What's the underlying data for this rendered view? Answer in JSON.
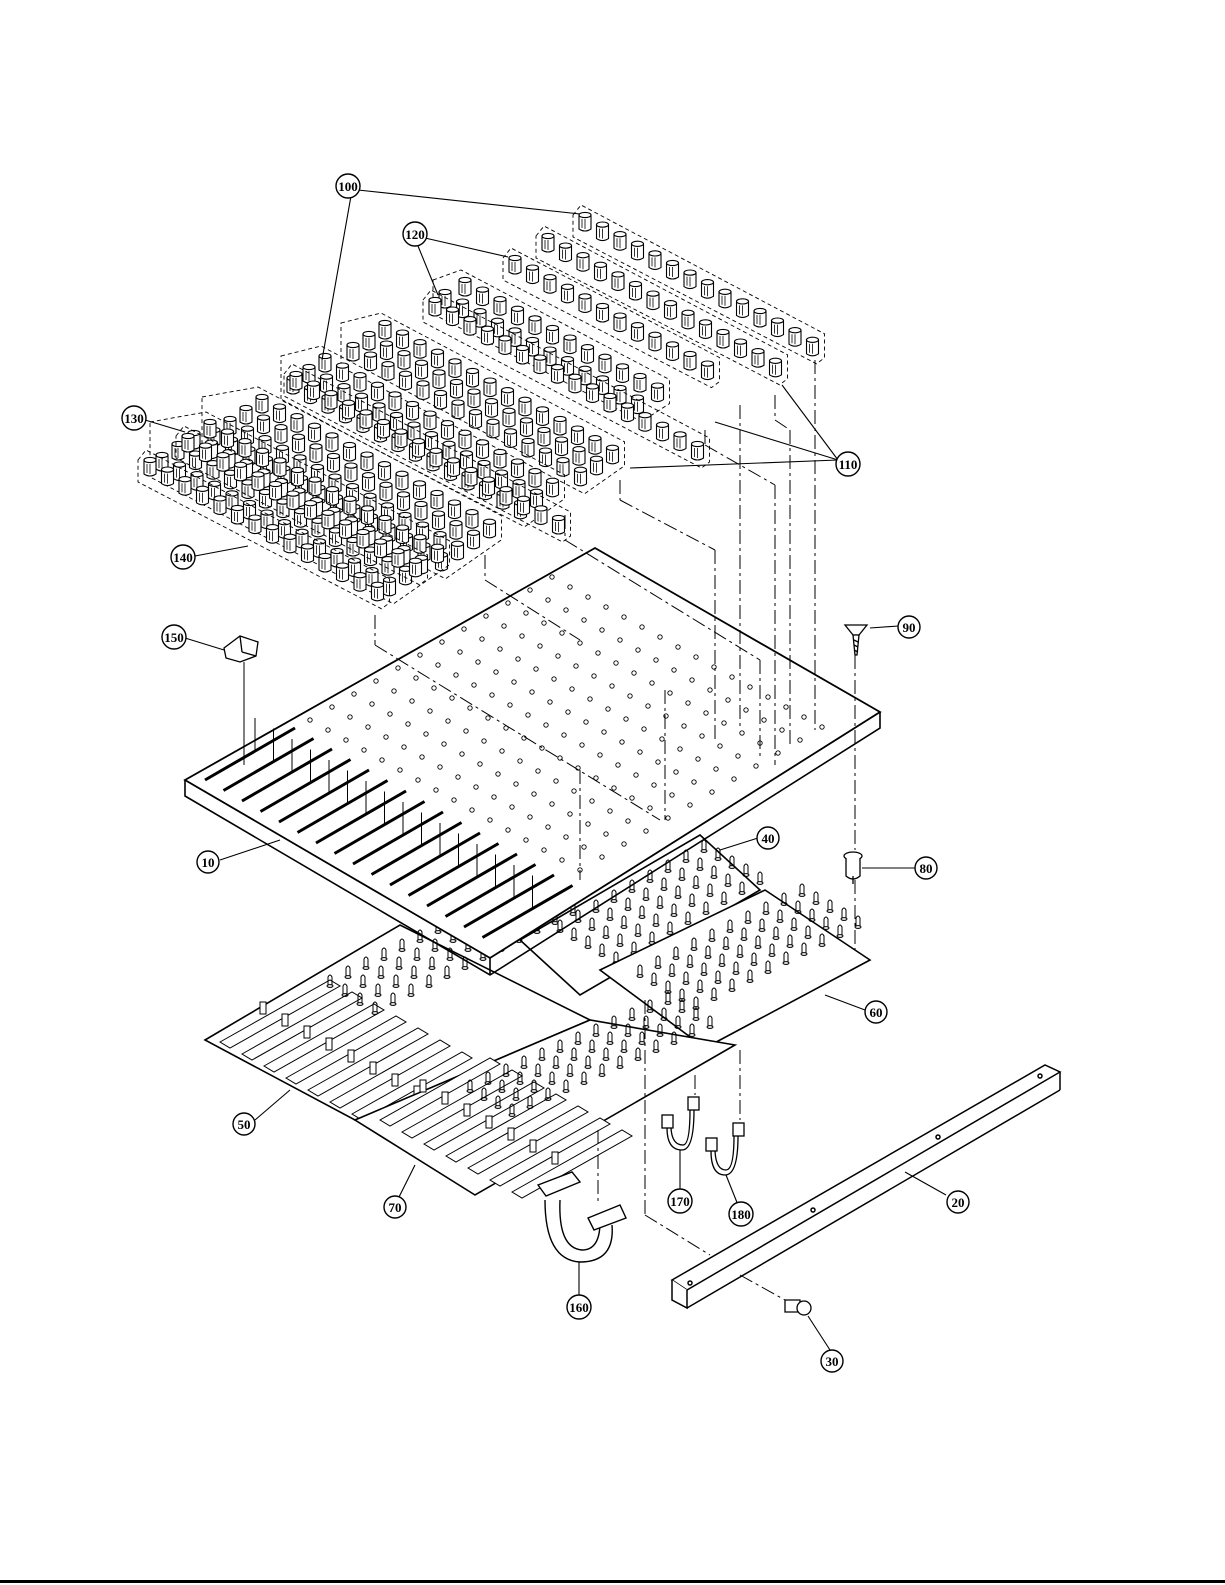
{
  "callouts": [
    {
      "id": "10",
      "label": "10"
    },
    {
      "id": "20",
      "label": "20"
    },
    {
      "id": "30",
      "label": "30"
    },
    {
      "id": "40",
      "label": "40"
    },
    {
      "id": "50",
      "label": "50"
    },
    {
      "id": "60",
      "label": "60"
    },
    {
      "id": "70",
      "label": "70"
    },
    {
      "id": "80",
      "label": "80"
    },
    {
      "id": "90",
      "label": "90"
    },
    {
      "id": "100",
      "label": "100"
    },
    {
      "id": "110",
      "label": "110"
    },
    {
      "id": "120",
      "label": "120"
    },
    {
      "id": "130",
      "label": "130"
    },
    {
      "id": "140",
      "label": "140"
    },
    {
      "id": "150",
      "label": "150"
    },
    {
      "id": "160",
      "label": "160"
    },
    {
      "id": "170",
      "label": "170"
    },
    {
      "id": "180",
      "label": "180"
    }
  ],
  "knob_text": "TH"
}
